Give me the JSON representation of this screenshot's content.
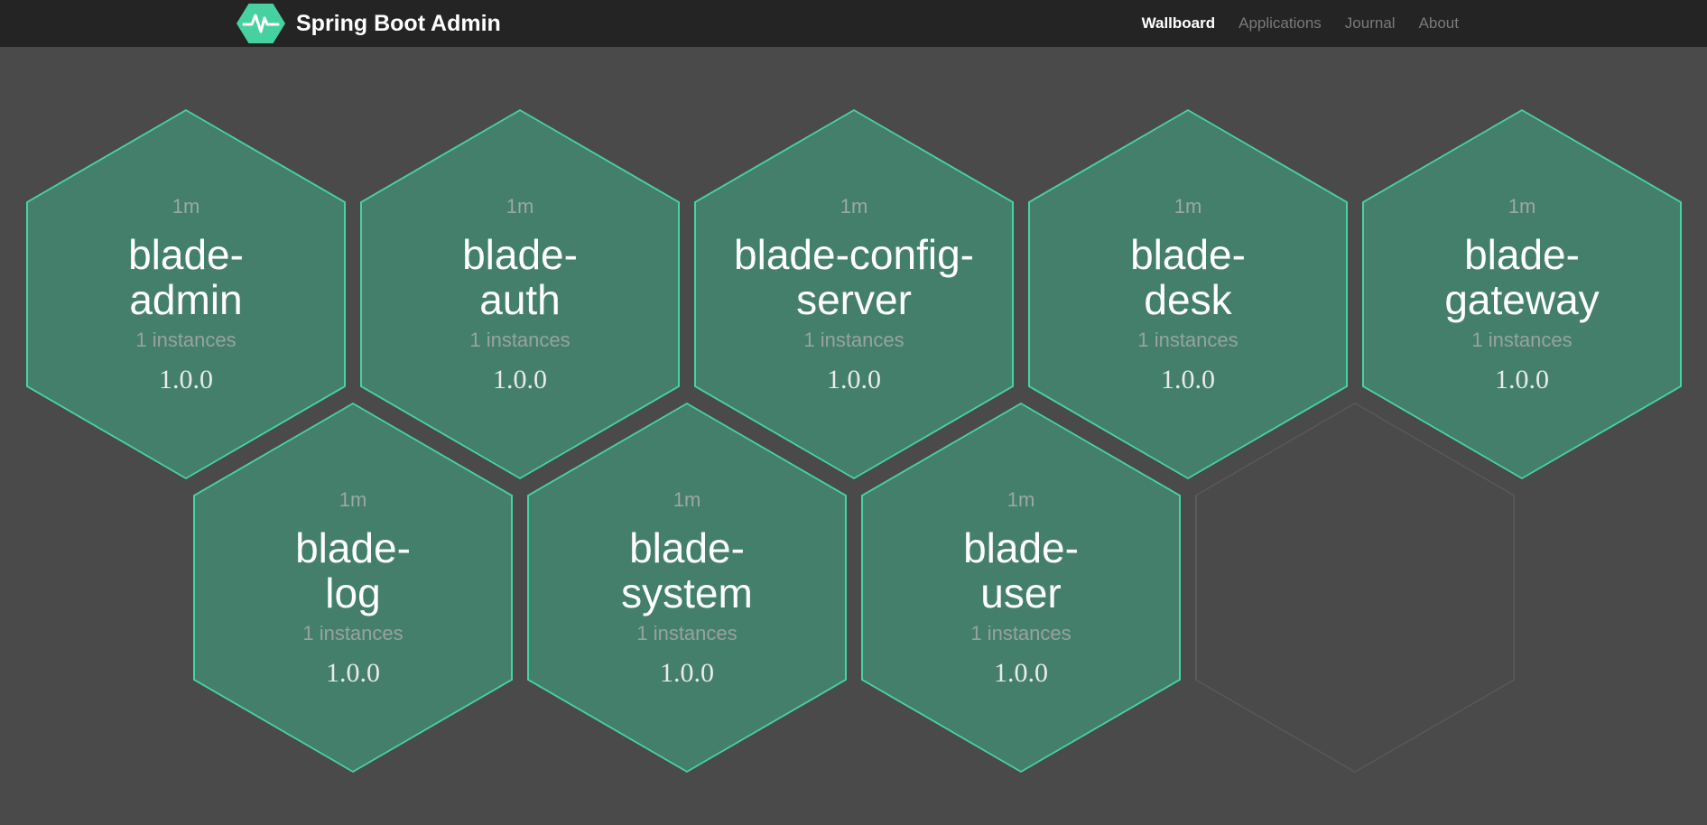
{
  "navbar": {
    "brand": "Spring Boot Admin",
    "brand_icon": "pulse-hexagon-icon",
    "items": [
      {
        "label": "Wallboard",
        "active": true
      },
      {
        "label": "Applications",
        "active": false
      },
      {
        "label": "Journal",
        "active": false
      },
      {
        "label": "About",
        "active": false
      }
    ]
  },
  "colors": {
    "navbar_bg": "#242424",
    "page_bg": "#4a4a4a",
    "brand_green": "#48d1a0",
    "hex_up_fill": "#447f6c",
    "hex_up_border": "#46d3a5",
    "hex_empty_border": "#5a5a5a"
  },
  "wallboard": {
    "apps": [
      {
        "name": "blade-admin",
        "name_lines": [
          "blade-",
          "admin"
        ],
        "uptime": "1m",
        "instances_label": "1 instances",
        "version": "1.0.0",
        "status": "up"
      },
      {
        "name": "blade-auth",
        "name_lines": [
          "blade-",
          "auth"
        ],
        "uptime": "1m",
        "instances_label": "1 instances",
        "version": "1.0.0",
        "status": "up"
      },
      {
        "name": "blade-config-server",
        "name_lines": [
          "blade-config-",
          "server"
        ],
        "uptime": "1m",
        "instances_label": "1 instances",
        "version": "1.0.0",
        "status": "up"
      },
      {
        "name": "blade-desk",
        "name_lines": [
          "blade-",
          "desk"
        ],
        "uptime": "1m",
        "instances_label": "1 instances",
        "version": "1.0.0",
        "status": "up"
      },
      {
        "name": "blade-gateway",
        "name_lines": [
          "blade-",
          "gateway"
        ],
        "uptime": "1m",
        "instances_label": "1 instances",
        "version": "1.0.0",
        "status": "up"
      },
      {
        "name": "blade-log",
        "name_lines": [
          "blade-",
          "log"
        ],
        "uptime": "1m",
        "instances_label": "1 instances",
        "version": "1.0.0",
        "status": "up"
      },
      {
        "name": "blade-system",
        "name_lines": [
          "blade-",
          "system"
        ],
        "uptime": "1m",
        "instances_label": "1 instances",
        "version": "1.0.0",
        "status": "up"
      },
      {
        "name": "blade-user",
        "name_lines": [
          "blade-",
          "user"
        ],
        "uptime": "1m",
        "instances_label": "1 instances",
        "version": "1.0.0",
        "status": "up"
      }
    ],
    "empty_slots": 1
  }
}
